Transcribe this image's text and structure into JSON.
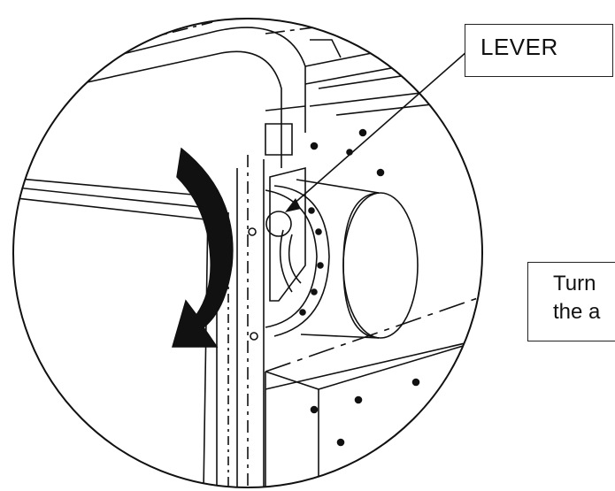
{
  "callout": {
    "label": "LEVER"
  },
  "note": {
    "line1": "Turn",
    "line2": "the a"
  },
  "icons": {
    "rotate": "curved-arrow-icon",
    "pointer": "leader-arrow-icon"
  }
}
